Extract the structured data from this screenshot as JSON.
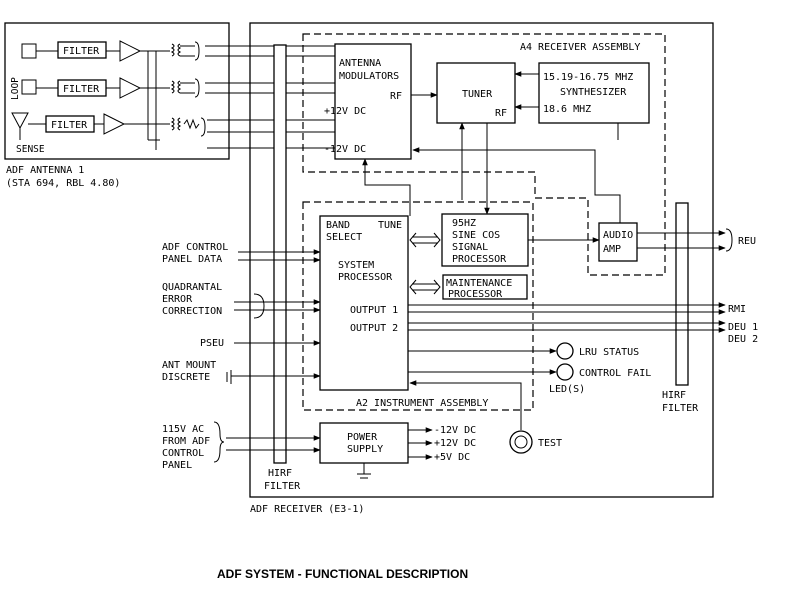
{
  "title": "ADF SYSTEM - FUNCTIONAL DESCRIPTION",
  "antenna": {
    "filter": "FILTER",
    "loop": "LOOP",
    "sense": "SENSE",
    "label1": "ADF ANTENNA 1",
    "label2": "(STA 694, RBL 4.80)"
  },
  "receiver": {
    "label": "ADF RECEIVER (E3-1)",
    "hirf1": "HIRF",
    "hirf2": "FILTER"
  },
  "a4": {
    "label": "A4 RECEIVER ASSEMBLY",
    "antenna_mod1": "ANTENNA",
    "antenna_mod2": "MODULATORS",
    "plus12": "+12V DC",
    "minus12": "-12V DC",
    "rf": "RF",
    "tuner": "TUNER",
    "tuner_rf": "RF",
    "synth1": "15.19-16.75 MHZ",
    "synth2": "SYNTHESIZER",
    "synth3": "18.6 MHZ",
    "audio1": "AUDIO",
    "audio2": "AMP"
  },
  "a2": {
    "label": "A2 INSTRUMENT ASSEMBLY",
    "band": "BAND",
    "select": "SELECT",
    "tune": "TUNE",
    "sys1": "SYSTEM",
    "sys2": "PROCESSOR",
    "out1": "OUTPUT 1",
    "out2": "OUTPUT 2",
    "sc1": "95HZ",
    "sc2": "SINE COS",
    "sc3": "SIGNAL",
    "sc4": "PROCESSOR",
    "m1": "MAINTENANCE",
    "m2": "PROCESSOR"
  },
  "power": {
    "p1": "POWER",
    "p2": "SUPPLY",
    "m12": "-12V DC",
    "p12": "+12V DC",
    "p5": "+5V DC"
  },
  "inputs": {
    "ctrl1": "ADF CONTROL",
    "ctrl2": "PANEL DATA",
    "q1": "QUADRANTAL",
    "q2": "ERROR",
    "q3": "CORRECTION",
    "pseu": "PSEU",
    "ant1": "ANT MOUNT",
    "ant2": "DISCRETE",
    "ac1": "115V AC",
    "ac2": "FROM ADF",
    "ac3": "CONTROL",
    "ac4": "PANEL"
  },
  "outputs": {
    "reu": "REU",
    "rmi": "RMI",
    "deu1": "DEU 1",
    "deu2": "DEU 2",
    "lru": "LRU STATUS",
    "cf": "CONTROL FAIL",
    "leds": "LED(S)",
    "test": "TEST",
    "hirf1": "HIRF",
    "hirf2": "FILTER"
  }
}
